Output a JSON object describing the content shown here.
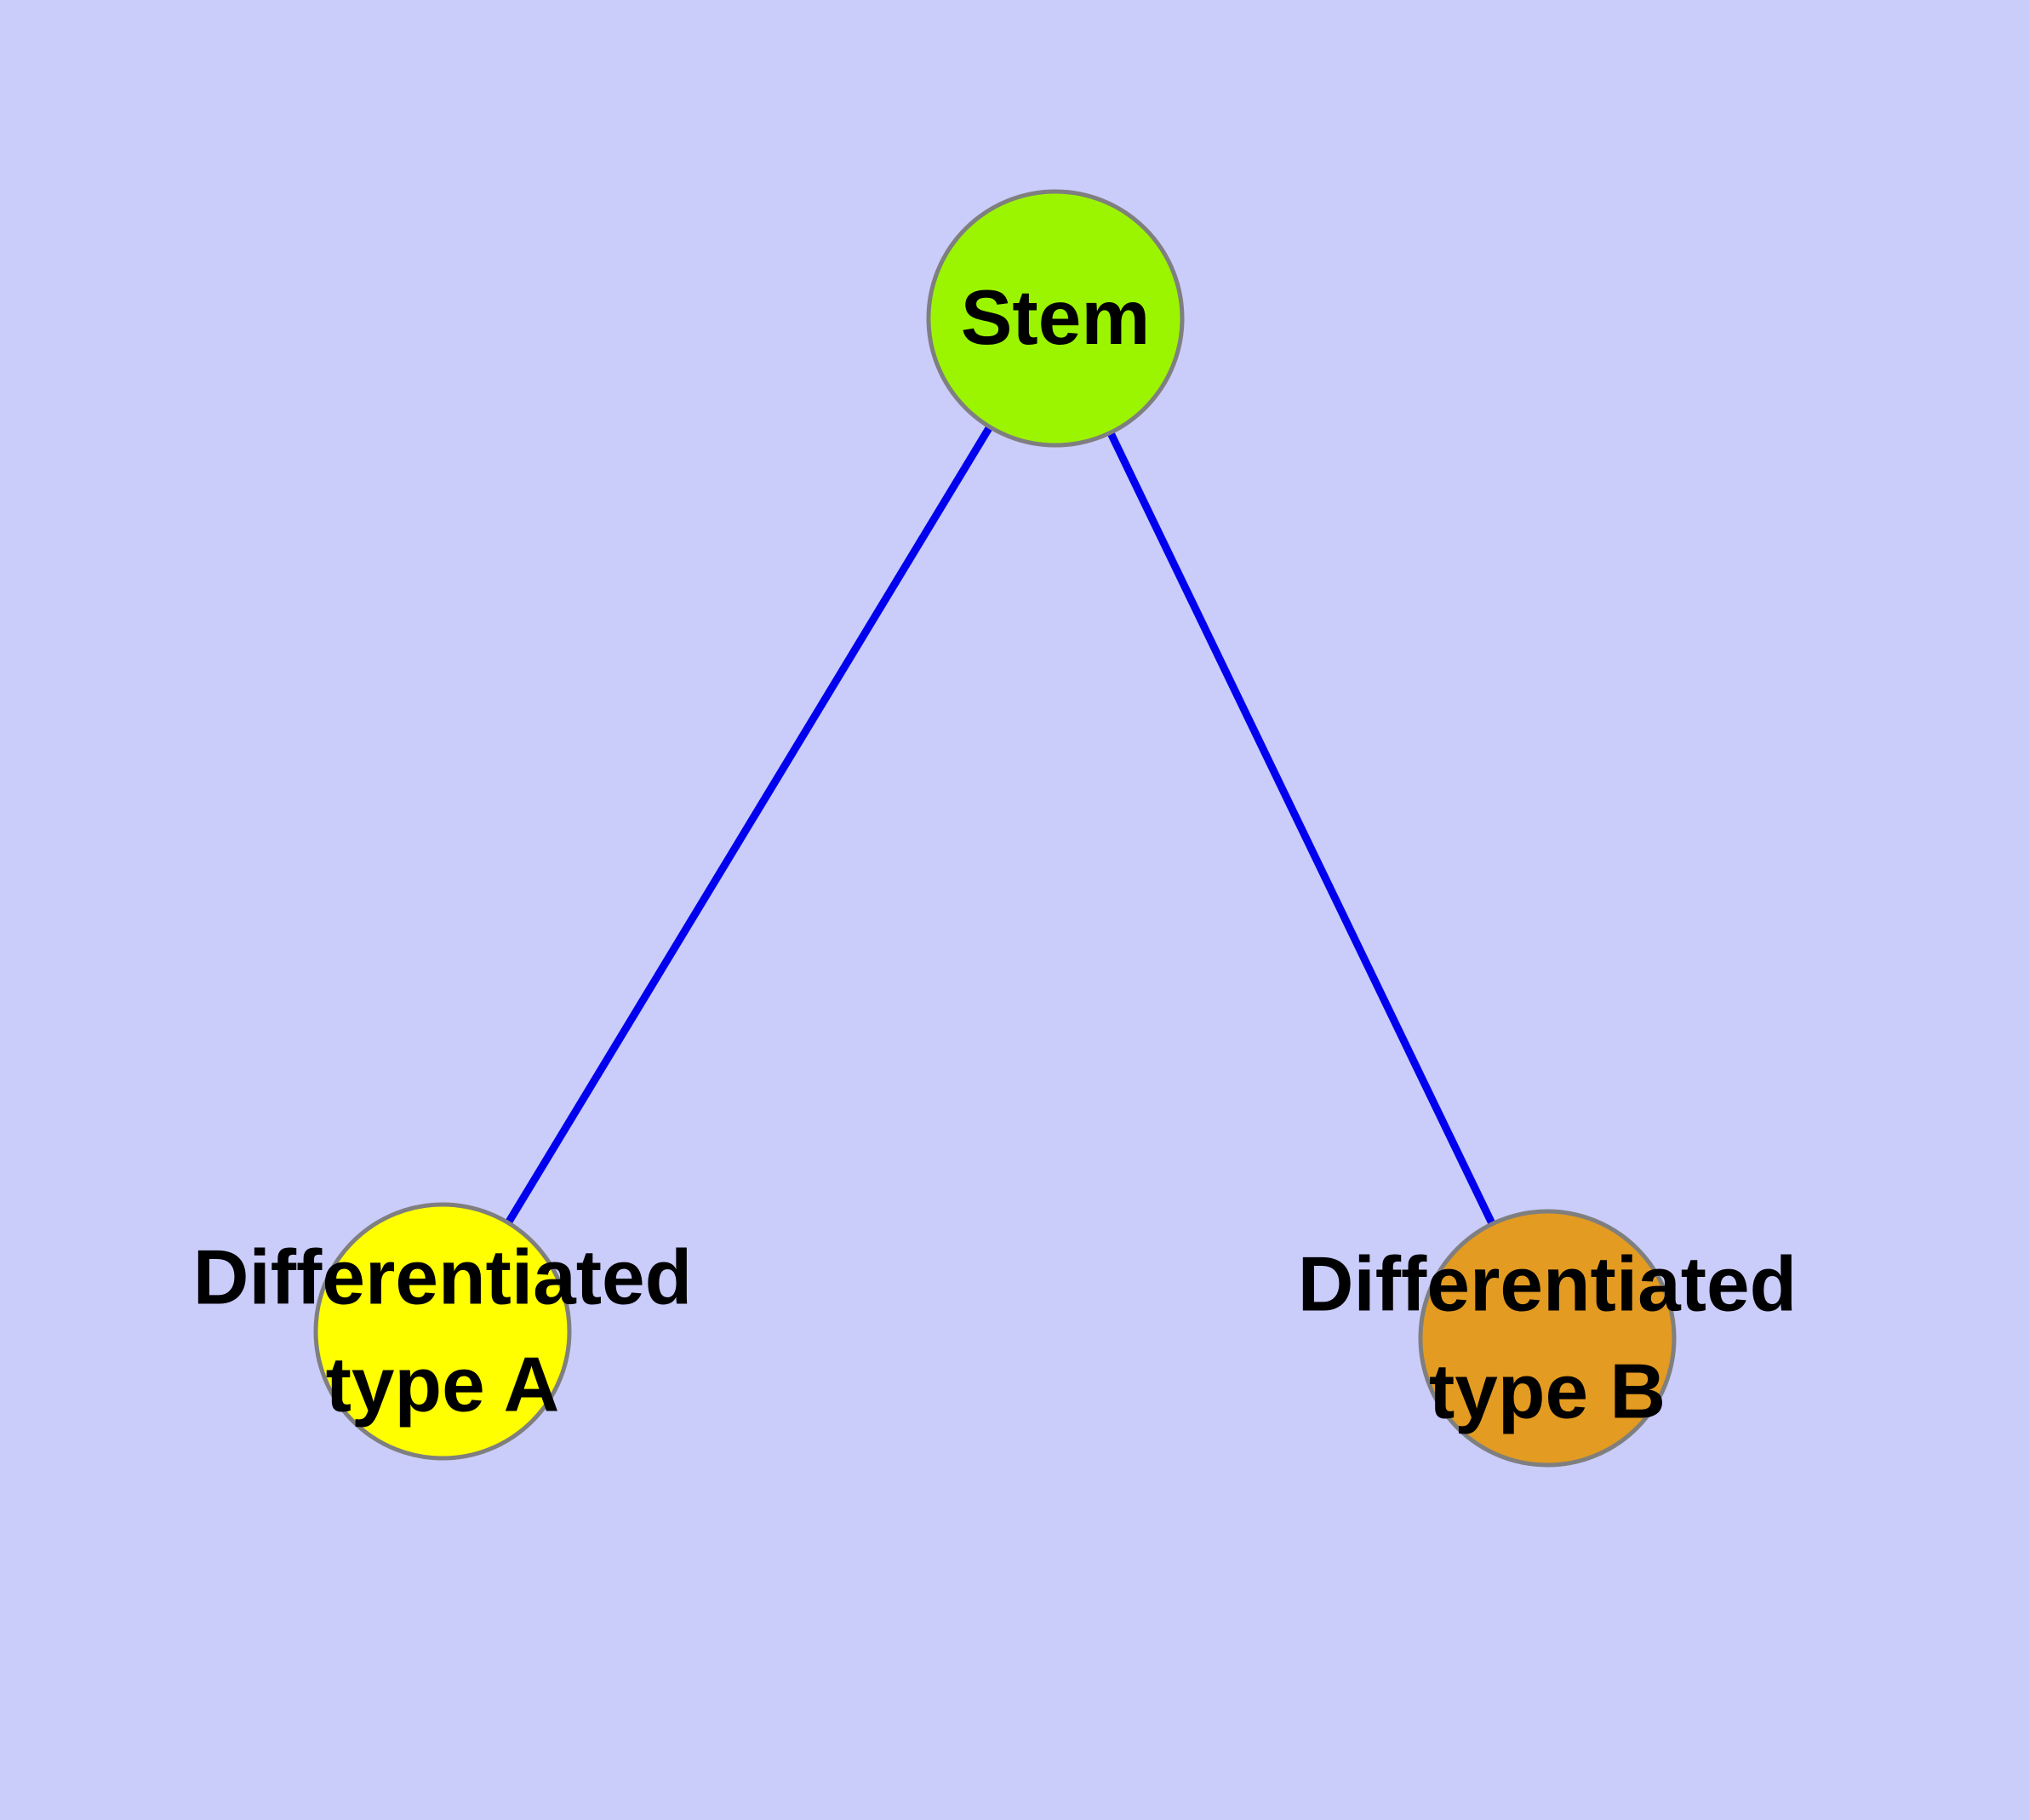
{
  "diagram": {
    "background_color": "#CACCFA",
    "edge_style": {
      "color": "#0000EE",
      "width": "9"
    },
    "node_border": {
      "color": "#7F7F7F",
      "width": "5"
    },
    "nodes": {
      "stem": {
        "label": "Stem",
        "fill": "#9BF500"
      },
      "type_a": {
        "label_line1": "Differentiated",
        "label_line2": "type A",
        "fill": "#FFFF00"
      },
      "type_b": {
        "label_line1": "Differentiated",
        "label_line2": "type B",
        "fill": "#E39B21"
      }
    },
    "edges": [
      {
        "from": "stem",
        "to": "type_a"
      },
      {
        "from": "stem",
        "to": "type_b"
      }
    ]
  }
}
